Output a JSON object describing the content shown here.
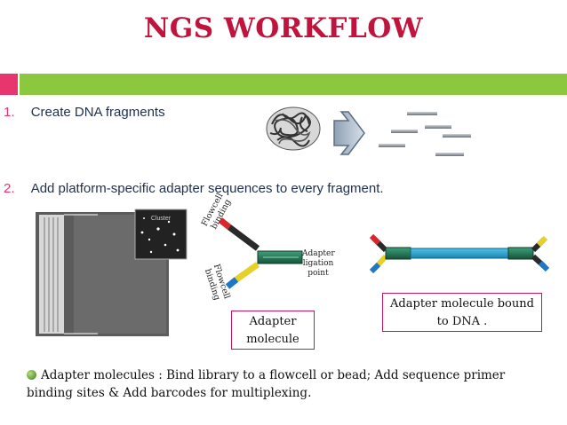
{
  "title": "NGS WORKFLOW",
  "steps": [
    {
      "num": "1.",
      "text": "Create DNA fragments"
    },
    {
      "num": "2.",
      "text": "Add platform-specific adapter sequences to every fragment."
    }
  ],
  "micrograph": {
    "label": "Cluster"
  },
  "diagram": {
    "flowcell_binding_top": "Flowcell binding",
    "flowcell_binding_bottom": "Flowcell binding",
    "ligation_point": "Adapter ligation point"
  },
  "boxes": {
    "adapter_molecule": "Adapter molecule",
    "bound_to_dna": "Adapter molecule bound to DNA ."
  },
  "note": "Adapter molecules : Bind library to a flowcell or bead;  Add sequence primer binding sites  & Add barcodes for multiplexing.",
  "colors": {
    "title": "#c0143c",
    "accent_pink": "#e8356e",
    "band_green": "#8dc63f",
    "box_border": "#c0185c"
  }
}
